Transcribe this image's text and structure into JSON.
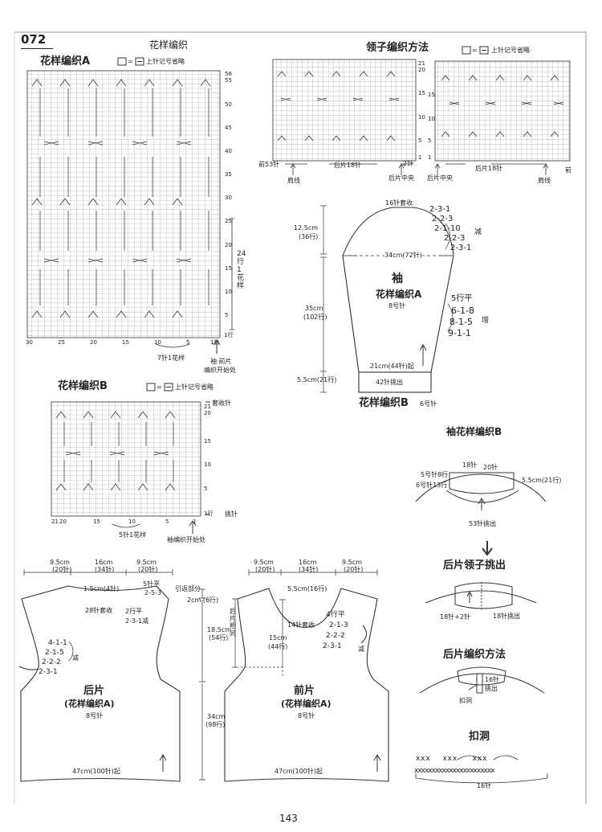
{
  "page": {
    "pattern_number": "072",
    "page_number": "143"
  },
  "stitch_patterns": {
    "heading": "花样编织",
    "a_title": "花样编织A",
    "a_legend": "上针记号省略",
    "a_row_nums": [
      "56",
      "55",
      "50",
      "45",
      "40",
      "35",
      "30",
      "25",
      "20",
      "15",
      "10",
      "5",
      "1行"
    ],
    "a_col_nums": [
      "30",
      "25",
      "20",
      "15",
      "10",
      "5",
      "1针"
    ],
    "a_repeat_rows": "24行1花样",
    "a_repeat_cols": "7针1花样",
    "a_start": [
      "袖·前片",
      "编织开始处"
    ],
    "b_title": "花样编织B",
    "b_legend": "上针记号省略",
    "b_row_nums": [
      "21",
      "20",
      "15",
      "10",
      "5",
      "1行"
    ],
    "b_bindoff": "套收针",
    "b_pickup": "挑针",
    "b_col_nums": [
      "21",
      "20",
      "15",
      "10",
      "5",
      "1"
    ],
    "b_repeat_cols": "5针1花样",
    "b_start": "袖编织开始处"
  },
  "collar_method": {
    "title": "领子编织方法",
    "legend": "上针记号省略",
    "left_rows": [
      "21",
      "20",
      "15",
      "10",
      "5",
      "1"
    ],
    "left_labels": [
      "前53针",
      "后片18针",
      "2针"
    ],
    "left_bottom": [
      "肩线",
      "后片中央"
    ],
    "right_rows": [
      "15",
      "10",
      "5",
      "1"
    ],
    "right_labels": [
      "后片18针",
      "前"
    ],
    "right_bottom": [
      "后片中央",
      "肩线"
    ]
  },
  "sleeve": {
    "cap_bindoff": "16针套收",
    "cap_dec": [
      "2-3-1",
      "2-2-3",
      "2-1-10",
      "2-2-3",
      "2-3-1"
    ],
    "dec_label": "减",
    "cap_height": [
      "12.5cm",
      "(36行)"
    ],
    "width_top": "34cm(72针)",
    "name": "袖",
    "pattern": "花样编织A",
    "needle": "8号针",
    "body_len": [
      "35cm",
      "(102行)"
    ],
    "inc": [
      "5行平",
      "6-1-8",
      "8-1-5",
      "9-1-1"
    ],
    "inc_label": "增",
    "width_bottom": "21cm(44针)起",
    "cuff_height": [
      "5.5cm(21行)"
    ],
    "cuff_pickup": "42针挑出",
    "cuff_pattern": "花样编织B",
    "cuff_needle": "6号针"
  },
  "sleeve_b": {
    "title": "袖花样编织B",
    "labels": [
      "18针",
      "20针",
      "5号针8行",
      "6号针13行",
      "5.5cm(21行)",
      "53针挑出"
    ]
  },
  "back_collar": {
    "title": "后片领子挑出",
    "labels": [
      "18针+2针",
      "18针挑出"
    ]
  },
  "back_method": {
    "title": "后片编织方法",
    "labels": [
      "16针",
      "挑出",
      "扣洞"
    ]
  },
  "buttonhole": {
    "title": "扣洞",
    "stitches": "16针"
  },
  "back": {
    "top_widths": [
      "9.5cm",
      "(20针)",
      "16cm",
      "(34针)",
      "9.5cm",
      "(20针)"
    ],
    "neck": "1.5cm(4针)",
    "neck_bindoff": "28针套收",
    "shoulder": [
      "5针平",
      "2-5-3",
      "引返部分"
    ],
    "neck_dec": [
      "2行平",
      "2-3-1减"
    ],
    "shoulder_h": "2cm (6行)",
    "armhole_h": [
      "18.5cm",
      "(54行)"
    ],
    "armhole_dec": [
      "4-1-1",
      "2-1-5",
      "2-2-2",
      "2-3-1"
    ],
    "dec_label": "减",
    "name": "后片",
    "pattern": "(花样编织A)",
    "needle": "8号针",
    "body_h": [
      "34cm",
      "(98行)"
    ],
    "cast_on": "47cm(100针)起"
  },
  "front": {
    "top_widths": [
      "9.5cm",
      "(20针)",
      "16cm",
      "(34针)",
      "9.5cm",
      "(20针)"
    ],
    "same_as_back": "后片相同",
    "neck_h": "5.5cm(16行)",
    "neck_bindoff": "14针套收",
    "neck_dec": [
      "4行平",
      "2-1-3",
      "2-2-2",
      "2-3-1"
    ],
    "dec_label": "减",
    "depth": [
      "15cm",
      "(44行)"
    ],
    "name": "前片",
    "pattern": "(花样编织A)",
    "needle": "8号针",
    "cast_on": "47cm(100针)起"
  }
}
